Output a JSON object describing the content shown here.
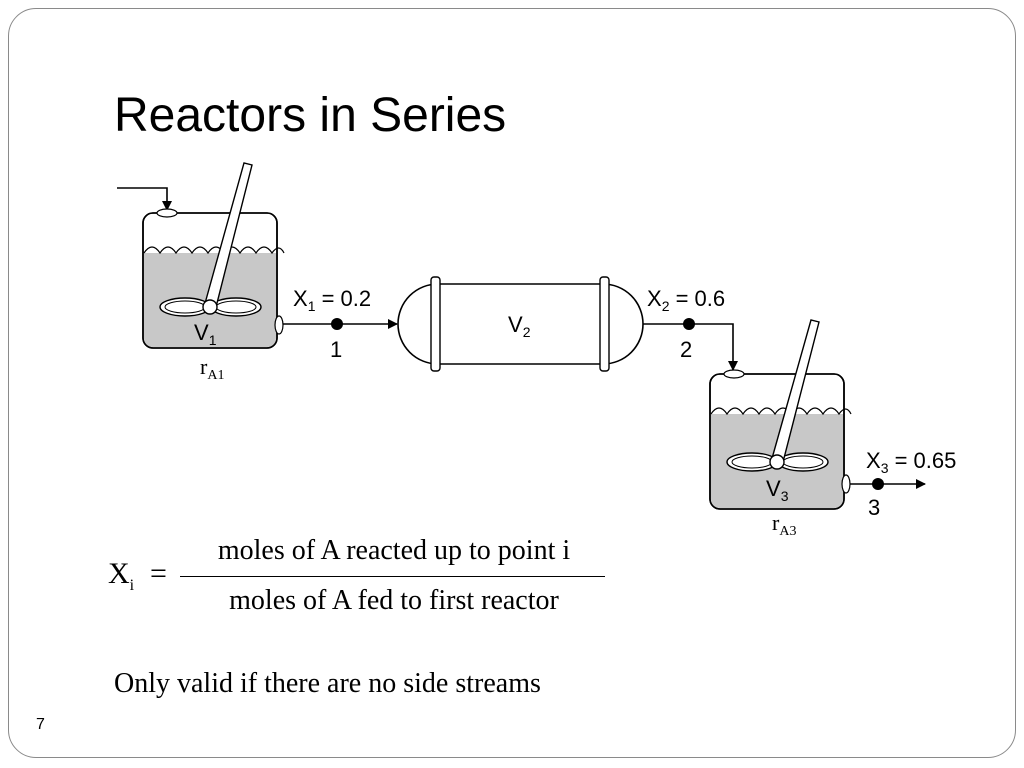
{
  "slide": {
    "title": "Reactors in Series",
    "page_number": "7",
    "note": "Only valid if there are no side streams"
  },
  "diagram": {
    "reactor1": {
      "volume_label": "V",
      "volume_sub": "1",
      "rate_label": "r",
      "rate_sub": "A1"
    },
    "reactor2": {
      "volume_label": "V",
      "volume_sub": "2"
    },
    "reactor3": {
      "volume_label": "V",
      "volume_sub": "3",
      "rate_label": "r",
      "rate_sub": "A3"
    },
    "points": [
      {
        "id": "1",
        "conv_label": "X",
        "conv_sub": "1",
        "conv_value": " = 0.2"
      },
      {
        "id": "2",
        "conv_label": "X",
        "conv_sub": "2",
        "conv_value": " = 0.6"
      },
      {
        "id": "3",
        "conv_label": "X",
        "conv_sub": "3",
        "conv_value": " = 0.65"
      }
    ]
  },
  "equation": {
    "lhs": "X",
    "lhs_sub": "i",
    "equals": "=",
    "numerator": "moles of  A reacted up to point i",
    "denominator": "moles of  A fed to first reactor"
  },
  "colors": {
    "liquid": "#c8c8c8",
    "outline": "#000000",
    "frame": "#8a8a8a"
  }
}
